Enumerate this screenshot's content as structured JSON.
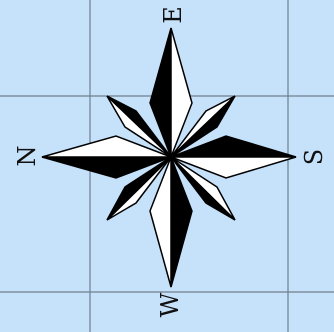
{
  "map": {
    "background_color": "#c6e2fb",
    "grid_line_color": "#6f7f8c",
    "compass_rose": {
      "fill_dark": "#000000",
      "fill_light": "#ffffff",
      "outline_color": "#000000",
      "labels": {
        "top": "E",
        "right": "S",
        "bottom": "W",
        "left": "N"
      }
    }
  }
}
